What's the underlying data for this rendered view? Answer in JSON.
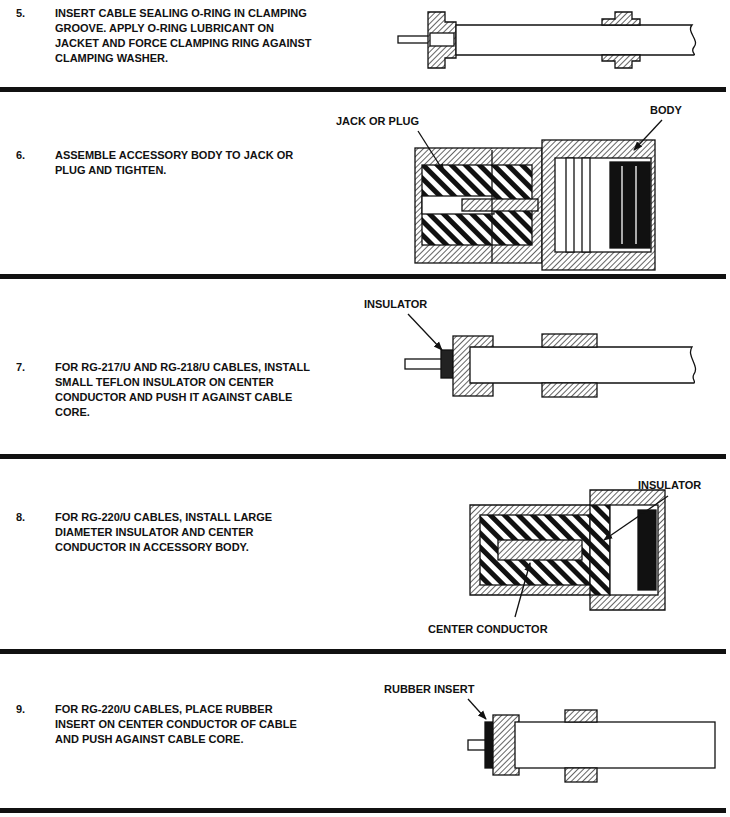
{
  "diagram": {
    "labels": [
      "5.",
      "INSERT CABLE SEALING O-RING IN CLAMPING GROOVE. APPLY O-RING LUBRICANT ON JACKET AND FORCE CLAMPING RING AGAINST CLAMPING WASHER.",
      "6.",
      "ASSEMBLE ACCESSORY BODY TO JACK OR PLUG AND TIGHTEN.",
      "JACK OR PLUG",
      "BODY",
      "7.",
      "FOR RG-217/U AND RG-218/U CABLES, INSTALL SMALL TEFLON INSULATOR ON CENTER CONDUCTOR AND PUSH IT AGAINST CABLE CORE.",
      "INSULATOR",
      "8.",
      "FOR RG-220/U CABLES, INSTALL LARGE DIAMETER INSULATOR AND CENTER CONDUCTOR IN ACCESSORY BODY.",
      "INSULATOR",
      "CENTER CONDUCTOR",
      "9.",
      "FOR RG-220/U CABLES, PLACE RUBBER INSERT ON CENTER CONDUCTOR OF CABLE AND PUSH AGAINST CABLE CORE.",
      "RUBBER INSERT"
    ]
  }
}
